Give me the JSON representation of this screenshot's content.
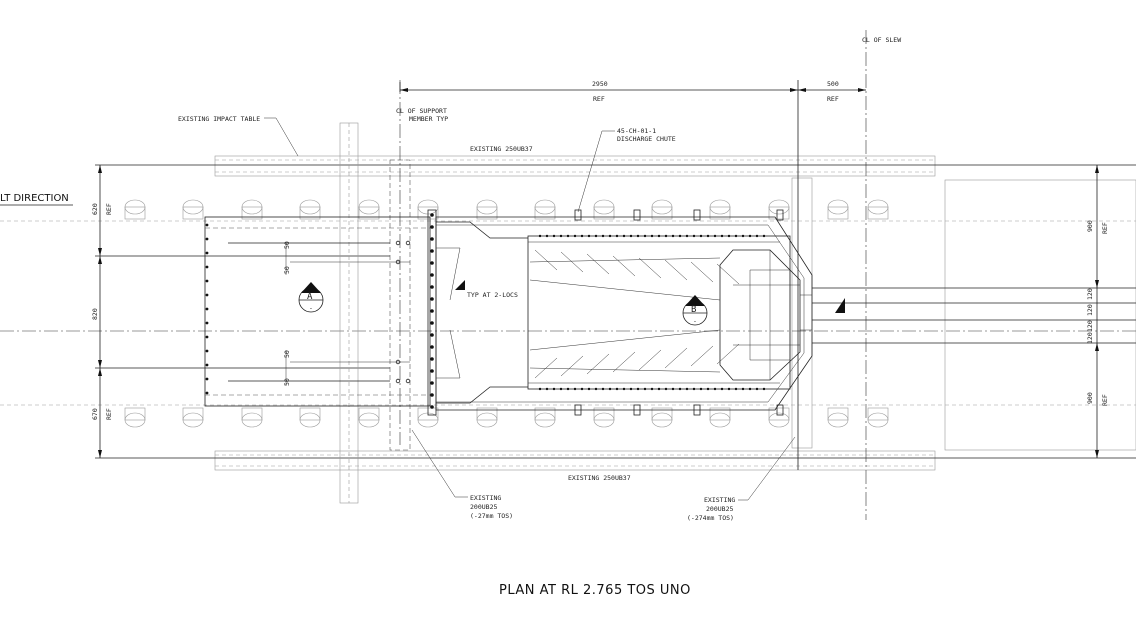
{
  "drawing": {
    "title": "PLAN AT RL 2.765 TOS   UNO",
    "belt_direction": "LT DIRECTION",
    "dimensions": {
      "top_main": "2950",
      "top_main_ref": "REF",
      "top_side": "500",
      "top_side_ref": "REF",
      "left_top": "620",
      "left_top_ref": "REF",
      "left_mid": "820",
      "left_bot": "670",
      "left_bot_ref": "REF",
      "right_top": "900",
      "right_top_ref": "REF",
      "right_mid_1": "120",
      "right_mid_2": "120",
      "right_mid_3": "120",
      "right_mid_4": "120",
      "right_bot": "900",
      "right_bot_ref": "REF",
      "inner_50_a": "50",
      "inner_50_b": "50",
      "inner_50_c": "50",
      "inner_50_d": "50"
    },
    "labels": {
      "cl_slew": "CL OF SLEW",
      "impact_table": "EXISTING IMPACT TABLE",
      "cl_support_1": "CL OF SUPPORT",
      "cl_support_2": "MEMBER TYP",
      "ub_top": "EXISTING 250UB37",
      "ub_bottom": "EXISTING 250UB37",
      "chute_tag": "45-CH-01-1",
      "chute_name": "DISCHARGE CHUTE",
      "typ_locs": "TYP AT 2-LOCS",
      "exist_left_1": "EXISTING",
      "exist_left_2": "200UB25",
      "exist_left_3": "(-27mm TOS)",
      "exist_right_1": "EXISTING",
      "exist_right_2": "200UB25",
      "exist_right_3": "(-274mm TOS)"
    },
    "section_markers": {
      "a_letter": "A",
      "a_sheet": "-",
      "b_letter": "B",
      "b_sheet": "-"
    }
  }
}
